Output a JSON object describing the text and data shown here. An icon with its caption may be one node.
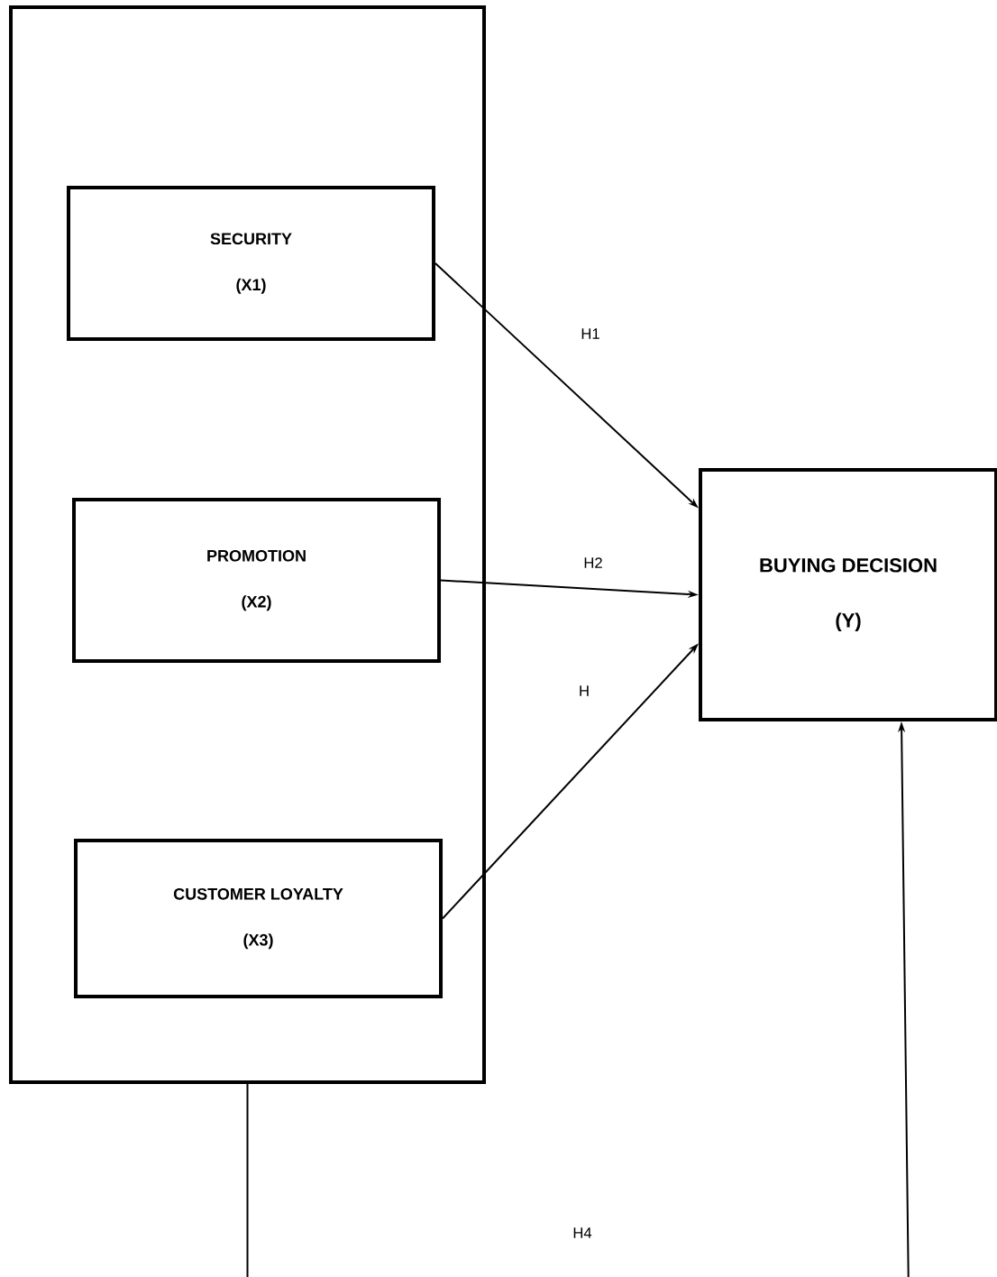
{
  "diagram": {
    "nodes": [
      {
        "text": [],
        "shape": "box"
      },
      {
        "text": [
          "SECURITY",
          "(X1)"
        ],
        "in": 0
      },
      {
        "text": [
          "PROMOTION",
          "(X2)"
        ],
        "in": 0
      },
      {
        "text": [
          "CUSTOMER LOYALTY",
          "(X3)"
        ],
        "in": 0
      },
      {
        "text": [
          "BUYING DECISION",
          "(Y)"
        ]
      }
    ],
    "edges": [
      {
        "from": 1,
        "to": 4,
        "arrow": "to",
        "label": "H1"
      },
      {
        "from": 2,
        "to": 4,
        "arrow": "to",
        "label": "H2"
      },
      {
        "from": 3,
        "to": 4,
        "arrow": "to",
        "label": "H"
      },
      {
        "from": 0,
        "to": 4,
        "arrow": "to",
        "label": "H4"
      }
    ]
  }
}
